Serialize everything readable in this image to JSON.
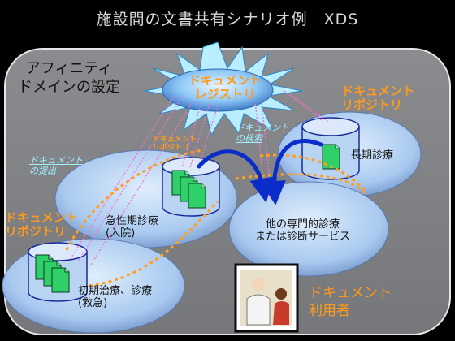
{
  "title": "施設間の文書共有シナリオ例　XDS",
  "affinity_domain": "アフィニティ\nドメインの設定",
  "registry": {
    "label": "ドキュメント\nレジストリ"
  },
  "repositories": {
    "top_right": "ドキュメント\nリポジトリ",
    "left": "ドキュメント\nリポジトリ",
    "small_center": "ドキュメント\nリポジトリ"
  },
  "arrows": {
    "submit": "ドキュメント\nの提出",
    "query": "ドキュメント\nの検索"
  },
  "facilities": {
    "long_term": "長期診療",
    "acute": "急性期診療\n(入院)",
    "initial": "初期治療、診療\n(救急)",
    "specialist": "他の専門的診療\nまたは診断サービス"
  },
  "consumer": "ドキュメント\n利用者",
  "colors": {
    "background": "#000000",
    "panel": "#808285",
    "ellipse": "#a9c9f0",
    "registry": "#8ec8f8",
    "star": "#b8eeff",
    "document": "#2fd06a",
    "orange_text": "#ff9a1a",
    "arrow_blue": "#0a2cc8",
    "arrow_pink": "#ff6ec8",
    "flow_orange": "#ffa020"
  },
  "icons": [
    "document-icon",
    "database-cylinder-icon",
    "doctor-patient-photo"
  ]
}
